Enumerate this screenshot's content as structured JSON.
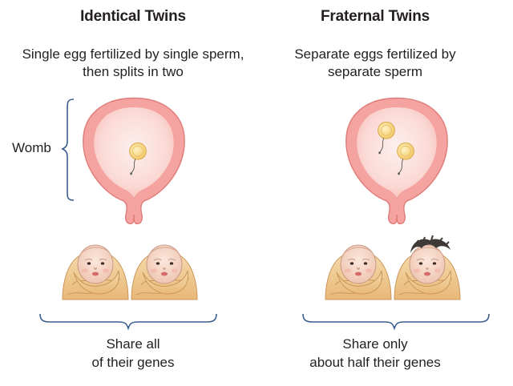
{
  "identical": {
    "title": "Identical Twins",
    "description_lines": [
      "Single egg fertilized by single sperm,",
      "then splits in two"
    ],
    "share_lines": [
      "Share all",
      "of their genes"
    ]
  },
  "fraternal": {
    "title": "Fraternal Twins",
    "description_lines": [
      "Separate eggs fertilized by",
      "separate sperm"
    ],
    "share_lines": [
      "Share only",
      "about half their genes"
    ]
  },
  "womb_label": "Womb",
  "colors": {
    "womb_outer": "#f4a3a0",
    "womb_inner": "#fde6e3",
    "egg": "#f6d98a",
    "bracket": "#3a5d8f",
    "blanket": "#f0c98e"
  },
  "icons": [
    "womb-illustration",
    "egg-cell-icon",
    "sperm-icon",
    "baby-illustration",
    "bracket-icon"
  ]
}
